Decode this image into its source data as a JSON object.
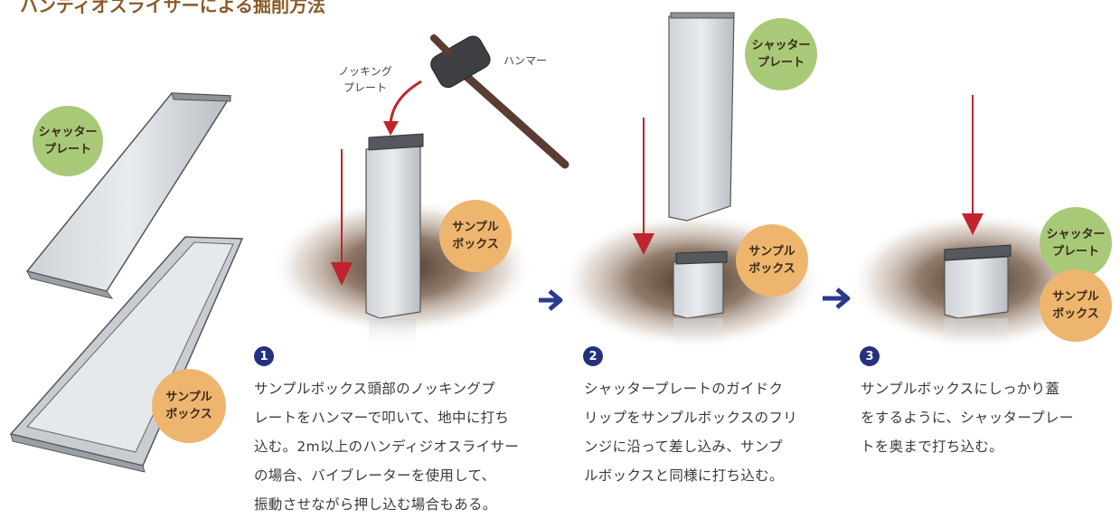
{
  "title": "ハンディオスライサーによる掘削方法",
  "badges": {
    "shutter_plate": "シャッター\nプレート",
    "sample_box": "サンプル\nボックス"
  },
  "labels": {
    "knocking_plate": "ノッキング\nプレート",
    "hammer": "ハンマー"
  },
  "steps": [
    {
      "number": "1",
      "text": "サンプルボックス頭部のノッキングプ\nレートをハンマーで叩いて、地中に打ち\n込む。2m以上のハンディジオスライサー\nの場合、バイブレーターを使用して、\n振動させながら押し込む場合もある。"
    },
    {
      "number": "2",
      "text": "シャッタープレートのガイドク\nリップをサンプルボックスのフリ\nンジに沿って差し込み、サンプ\nルボックスと同様に打ち込む。"
    },
    {
      "number": "3",
      "text": "サンプルボックスにしっかり蓋\nをするように、シャッタープレー\nトを奥まで打ち込む。"
    }
  ],
  "colors": {
    "green_badge": "#a8c978",
    "orange_badge": "#eeb56f",
    "step_number": "#23317e",
    "arrow_red": "#c0242c",
    "arrow_blue": "#2a3a8c"
  }
}
